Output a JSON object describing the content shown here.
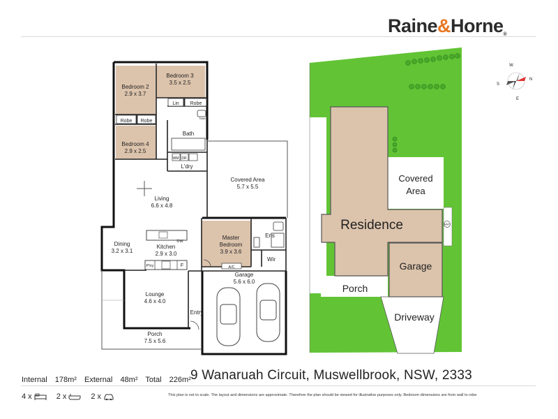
{
  "brand": {
    "name_left": "Raine",
    "amp": "&",
    "name_right": "Horne",
    "reg": "®",
    "accent": "#e87722"
  },
  "floorplan": {
    "rooms": {
      "bed2": {
        "name": "Bedroom 2",
        "dims": "2.9 x 3.7"
      },
      "bed3": {
        "name": "Bedroom 3",
        "dims": "3.5 x 2.5"
      },
      "bed4": {
        "name": "Bedroom 4",
        "dims": "2.9 x 2.5"
      },
      "bath": {
        "name": "Bath"
      },
      "lin": {
        "name": "Lin"
      },
      "robe": {
        "name": "Robe"
      },
      "ldry": {
        "name": "L'dry"
      },
      "wm": {
        "name": "WM"
      },
      "dr": {
        "name": "DR"
      },
      "toilet": {
        "name": "Toilet"
      },
      "living": {
        "name": "Living",
        "dims": "6.6 x 4.8"
      },
      "covered": {
        "name": "Covered Area",
        "dims": "5.7 x 5.5"
      },
      "master": {
        "name": "Master",
        "name2": "Bedroom",
        "dims": "3.9 x 3.6"
      },
      "ens": {
        "name": "Ens"
      },
      "wir": {
        "name": "Wir"
      },
      "ac": {
        "name": "A/C"
      },
      "dining": {
        "name": "Dining",
        "dims": "3.2 x 3.1"
      },
      "kitchen": {
        "name": "Kitchen",
        "dims": "2.9 x 3.0"
      },
      "dw": {
        "name": "DW"
      },
      "ptry": {
        "name": "P'try"
      },
      "fridge": {
        "name": "F"
      },
      "lounge": {
        "name": "Lounge",
        "dims": "4.6 x 4.0"
      },
      "entry": {
        "name": "Entry"
      },
      "porch": {
        "name": "Porch",
        "dims": "7.5 x 5.6"
      },
      "garage": {
        "name": "Garage",
        "dims": "5.6 x 6.0"
      }
    }
  },
  "siteplan": {
    "residence": "Residence",
    "covered_area_1": "Covered",
    "covered_area_2": "Area",
    "garage": "Garage",
    "porch": "Porch",
    "driveway": "Driveway",
    "meter": "MMT",
    "colors": {
      "lawn": "#62c435",
      "building": "#dcc3ac",
      "outline": "#555555"
    }
  },
  "compass": {
    "n": "N",
    "s": "S",
    "e": "E",
    "w": "W"
  },
  "stats": {
    "internal_label": "Internal",
    "internal_value": "178m²",
    "external_label": "External",
    "external_value": "48m²",
    "total_label": "Total",
    "total_value": "226m²"
  },
  "address": "9 Wanaruah Circuit, Muswellbrook, NSW, 2333",
  "features": {
    "bedrooms": "4 x",
    "bathrooms": "2 x",
    "car_spaces": "2 x"
  },
  "disclaimer": "This plan is not to scale. The layout and dimensions are approximate. Therefore the plan should be viewed for illustrative purposes only. Bedroom dimensions are from wall to robe"
}
